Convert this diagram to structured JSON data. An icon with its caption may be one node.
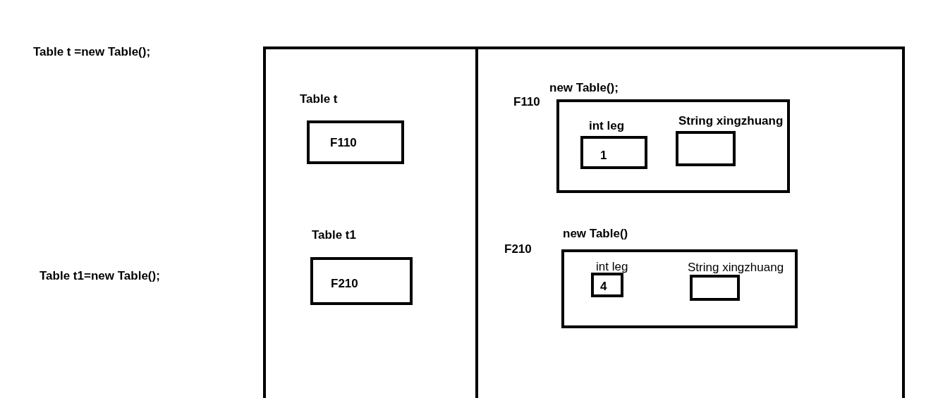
{
  "diagram": {
    "nodes": [
      {
        "text": [],
        "shape": "box"
      },
      {
        "text": [
          "Table t",
          "F110"
        ],
        "in": 0
      },
      {
        "text": [
          "Table t1",
          "F210"
        ],
        "in": 0
      },
      {
        "text": [],
        "shape": "box"
      },
      {
        "text": [
          "new Table();"
        ],
        "beside": [
          "F110"
        ],
        "in": 3
      },
      {
        "text": [
          "int leg",
          "1"
        ],
        "in": 4
      },
      {
        "text": [
          "String  xingzhuang"
        ],
        "in": 4
      },
      {
        "text": [
          "new Table()"
        ],
        "beside": [
          "F210"
        ],
        "in": 3
      },
      {
        "text": [
          "int leg",
          "4"
        ],
        "in": 7
      },
      {
        "text": [
          "String xingzhuang"
        ],
        "in": 7
      }
    ],
    "labels": [
      "Table t =new Table();",
      "Table t1=new Table();"
    ]
  }
}
